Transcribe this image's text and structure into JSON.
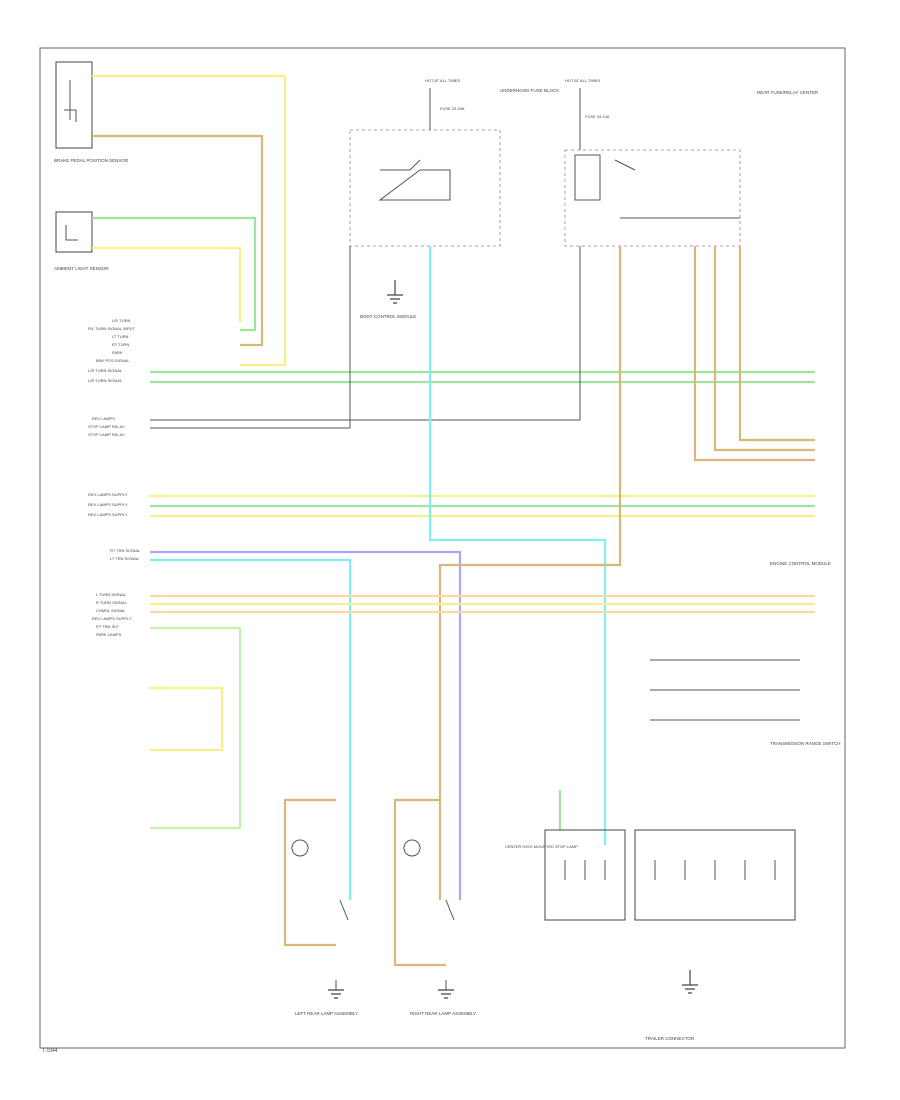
{
  "diagram": {
    "footer_code": "T-1944",
    "top_labels": {
      "hot_at_all_times_left": "HOT AT ALL TIMES",
      "hot_at_all_times_right": "HOT AT ALL TIMES",
      "underhood_fuse_block": "UNDERHOOD FUSE BLOCK",
      "rear_fuse_block": "REAR FUSE/RELAY CENTER",
      "fuse_left": "FUSE 20 40A",
      "fuse_right": "FUSE 34 10A"
    },
    "component_labels": {
      "brake_sensor": "BRAKE PEDAL POSITION SENSOR",
      "ambient_light_sensor": "AMBIENT LIGHT SENSOR",
      "body_control_module": "BODY CONTROL MODULE",
      "engine_control_module": "ENGINE CONTROL MODULE",
      "transmission_range_switch": "TRANSMISSION RANGE SWITCH",
      "left_rear_lamp": "LEFT REAR LAMP ASSEMBLY",
      "right_rear_lamp": "RIGHT REAR LAMP ASSEMBLY",
      "third_brake_lamp": "CENTER HIGH MOUNTED STOP LAMP",
      "trailer_connector": "TRAILER CONNECTOR"
    },
    "pin_labels": [
      "L/R TURN",
      "R/L TURN SIGNAL INPUT",
      "LT TURN",
      "RT TURN",
      "PARK",
      "BRK POS SIGNAL",
      "L/R TURN SIGNAL",
      "L/R TURN SIGNAL",
      "REV LAMPS",
      "STOP LAMP RELAY",
      "STOP LAMP RELAY",
      "REV LAMPS SUPPLY",
      "REV LAMPS SUPPLY",
      "REV LAMPS SUPPLY",
      "RT TRN SIGNAL",
      "LT TRN SIGNAL",
      "L TURN SIGNAL",
      "R TURN SIGNAL",
      "CHMSL SIGNAL",
      "REV LAMPS SUPPLY",
      "RT TRN SIG",
      "PARK LAMPS"
    ],
    "wire_colors": [
      "YEL",
      "GRY",
      "BRN",
      "LT GRN/BLK",
      "DK GRN",
      "WHT",
      "DK BLU",
      "LT BLU",
      "TAN",
      "PPL",
      "ORN"
    ]
  }
}
